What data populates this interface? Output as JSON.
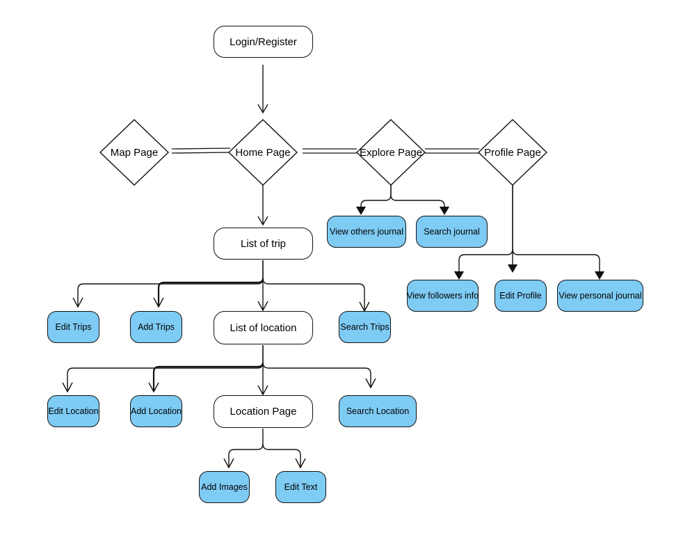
{
  "nodes": {
    "login": "Login/Register",
    "map": "Map Page",
    "home": "Home Page",
    "explore": "Explore Page",
    "profile": "Profile Page",
    "list_trip": "List of trip",
    "view_others_journal": "View others journal",
    "search_journal": "Search journal",
    "view_followers_info": "View followers info",
    "edit_profile": "Edit Profile",
    "view_personal_journal": "View personal journal",
    "edit_trips": "Edit Trips",
    "add_trips": "Add Trips",
    "list_location": "List of location",
    "search_trips": "Search Trips",
    "edit_location": "Edit Location",
    "add_location": "Add Location",
    "location_page": "Location Page",
    "search_location": "Search Location",
    "add_images": "Add Images",
    "edit_text": "Edit Text"
  },
  "colors": {
    "action_fill": "#7ecbf4",
    "stroke": "#111111",
    "page_fill": "#ffffff"
  }
}
